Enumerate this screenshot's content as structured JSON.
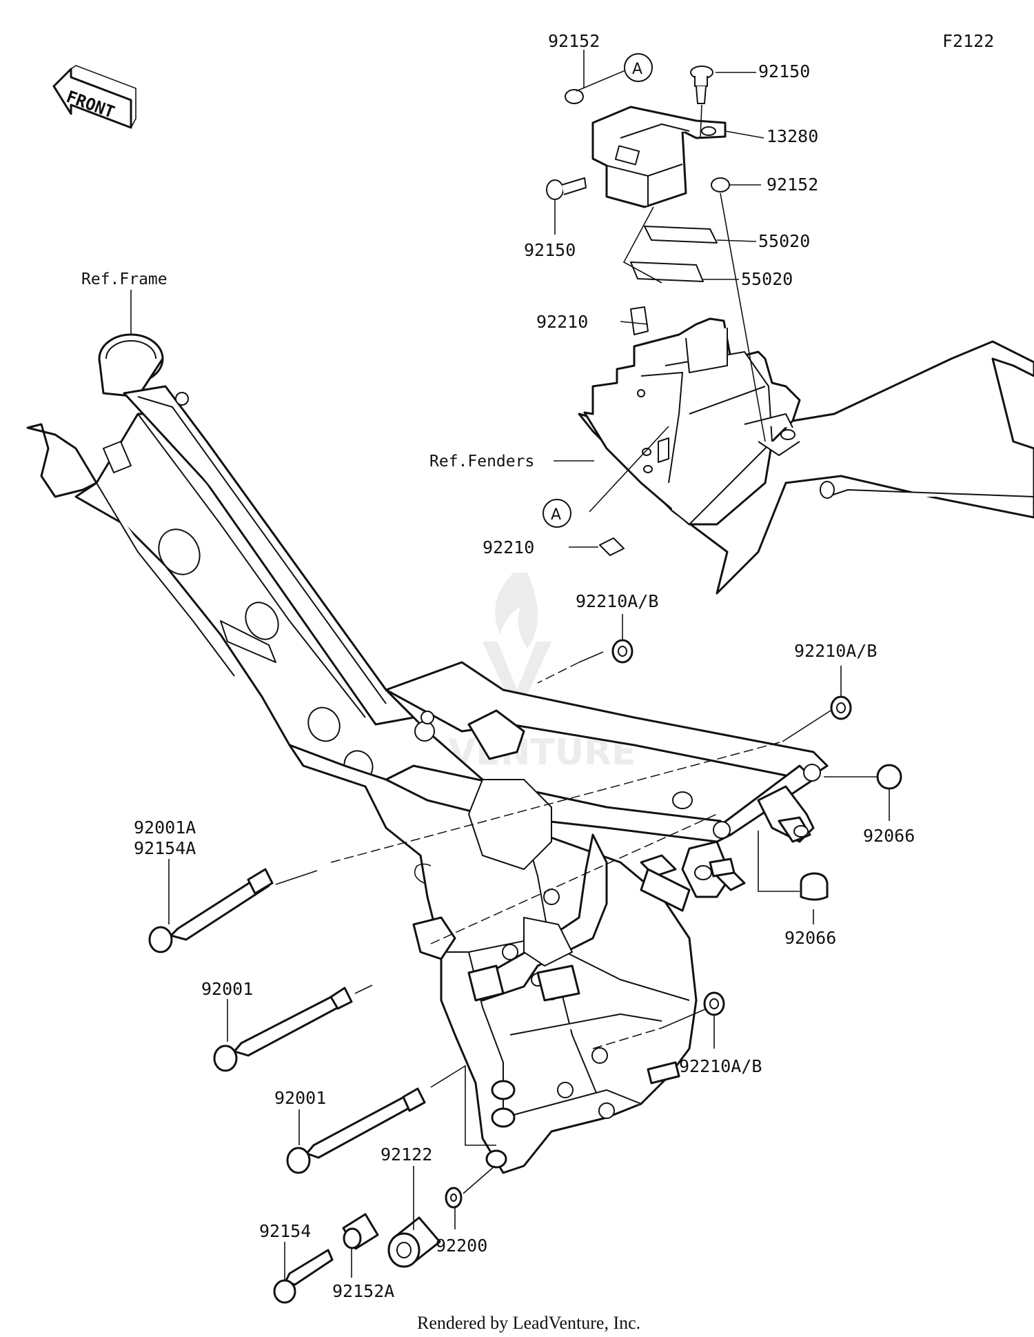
{
  "diagram_code": "F2122",
  "front_label": "FRONT",
  "callout_letter": "A",
  "references": {
    "frame": "Ref.Frame",
    "fenders": "Ref.Fenders"
  },
  "part_numbers": {
    "p92152_top": "92152",
    "p92150_top": "92150",
    "p13280": "13280",
    "p92152_mid": "92152",
    "p92150_left": "92150",
    "p55020_a": "55020",
    "p55020_b": "55020",
    "p92210_top": "92210",
    "p92210_bottom": "92210",
    "p92210ab_1": "92210A/B",
    "p92210ab_2": "92210A/B",
    "p92066_1": "92066",
    "p92066_2": "92066",
    "p92001a": "92001A",
    "p92154a": "92154A",
    "p92001_1": "92001",
    "p92001_2": "92001",
    "p92210ab_3": "92210A/B",
    "p92122": "92122",
    "p92200": "92200",
    "p92154": "92154",
    "p92152a": "92152A"
  },
  "watermark": "LEADVENTURE",
  "footer": "Rendered by LeadVenture, Inc."
}
